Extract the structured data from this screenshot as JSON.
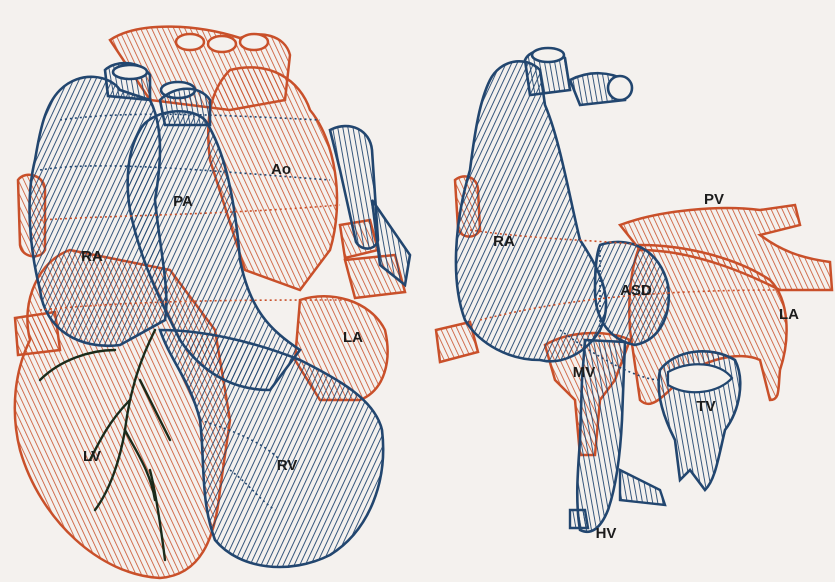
{
  "colors": {
    "background": "#f4f1ee",
    "right_heart": "#22466f",
    "left_heart": "#c9502a",
    "coronary": "#1b2b1b",
    "label_text": "#1c1c1c"
  },
  "left_view": {
    "labels": {
      "ao": "Ao",
      "pa": "PA",
      "ra": "RA",
      "la": "LA",
      "lv": "LV",
      "rv": "RV"
    }
  },
  "right_view": {
    "labels": {
      "ra": "RA",
      "asd": "ASD",
      "pv": "PV",
      "la": "LA",
      "mv": "MV",
      "tv": "TV",
      "hv": "HV"
    }
  }
}
